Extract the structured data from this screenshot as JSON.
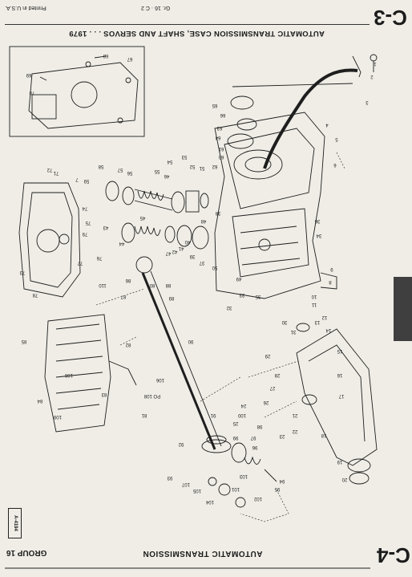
{
  "header": {
    "section_code": "C-3",
    "title": "AUTOMATIC TRANSMISSION CASE, SHAFT AND SERVOS . . . 1979",
    "printed_note": "Printed in U.S.A.",
    "folio": "Gr. 16 · C 2"
  },
  "footer": {
    "section_code": "C-4",
    "title": "AUTOMATIC TRANSMISSION",
    "group": "GROUP 16",
    "figure_id": "A-4194"
  },
  "callouts": [
    "1",
    "2",
    "3",
    "4",
    "5",
    "6",
    "7",
    "8",
    "9",
    "10",
    "11",
    "12",
    "13",
    "14",
    "15",
    "16",
    "17",
    "18",
    "19",
    "20",
    "21",
    "22",
    "23",
    "24",
    "25",
    "26",
    "27",
    "28",
    "29",
    "30",
    "31",
    "32",
    "33",
    "34",
    "35",
    "36",
    "37",
    "38",
    "39",
    "40",
    "41",
    "42",
    "43",
    "44",
    "45",
    "46",
    "47",
    "48",
    "49",
    "50",
    "51",
    "52",
    "53",
    "54",
    "55",
    "56",
    "57",
    "58",
    "59",
    "60",
    "61",
    "62",
    "63",
    "64",
    "65",
    "66",
    "67",
    "68",
    "69",
    "70",
    "71",
    "72",
    "73",
    "74",
    "75",
    "76",
    "77",
    "78",
    "79",
    "80",
    "81",
    "82",
    "83",
    "84",
    "85",
    "86",
    "87",
    "88",
    "89",
    "90",
    "91",
    "92",
    "93",
    "94",
    "95",
    "96",
    "97",
    "98",
    "99",
    "100",
    "101",
    "102",
    "103",
    "104",
    "105",
    "106",
    "107",
    "108",
    "109",
    "110",
    "PO 108"
  ],
  "colors": {
    "paper": "#efede6",
    "ink": "#1e1e1e",
    "tab": "#3f3f3f"
  }
}
